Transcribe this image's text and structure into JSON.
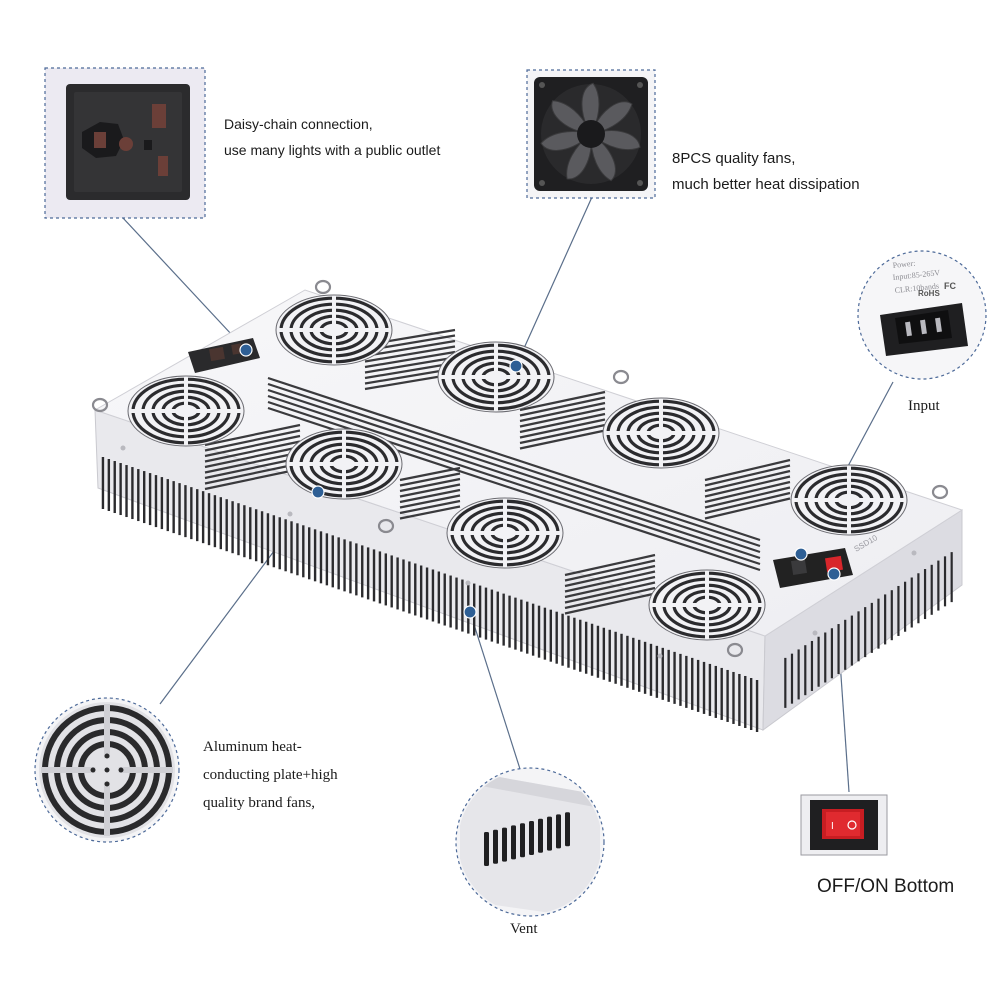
{
  "callouts": {
    "outlet": {
      "line1": "Daisy-chain connection,",
      "line2": "use many lights with a public outlet",
      "icon": "universal-socket-icon"
    },
    "fans": {
      "line1": "8PCS quality fans,",
      "line2": "much better heat dissipation",
      "icon": "fan-icon"
    },
    "input": {
      "label": "Input",
      "icon": "power-inlet-icon",
      "tag_line1": "Power:",
      "tag_line2": "Input:85-265V",
      "tag_line3": "CLR:10bands",
      "tag_mark1": "RoHS",
      "tag_mark2": "FC"
    },
    "plate": {
      "line1": "Aluminum heat-",
      "line2": "conducting plate+high",
      "line3": "quality brand fans,",
      "icon": "fan-grille-icon"
    },
    "vent": {
      "label": "Vent",
      "icon": "vent-slots-icon"
    },
    "switch": {
      "label": "OFF/ON Bottom",
      "icon": "rocker-switch-icon"
    }
  },
  "product": {
    "fan_count": 8,
    "housing_color": "#f4f4f6",
    "accent_color": "#2e5f95",
    "switch_color": "#d8262b"
  }
}
